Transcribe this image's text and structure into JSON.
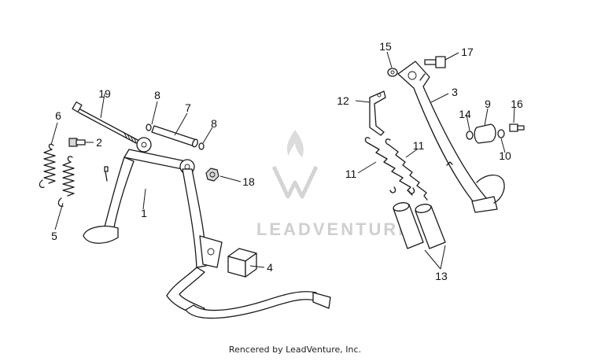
{
  "watermark": {
    "brand": "LEADVENTURE"
  },
  "footer": {
    "text": "Rencered by LeadVenture, Inc."
  },
  "callouts": {
    "c1": "1",
    "c2": "2",
    "c3": "3",
    "c4": "4",
    "c5": "5",
    "c6": "6",
    "c7": "7",
    "c8a": "8",
    "c8b": "8",
    "c9": "9",
    "c10": "10",
    "c11a": "11",
    "c11b": "11",
    "c12": "12",
    "c13": "13",
    "c14": "14",
    "c15": "15",
    "c16": "16",
    "c17": "17",
    "c18": "18",
    "c19": "19"
  }
}
